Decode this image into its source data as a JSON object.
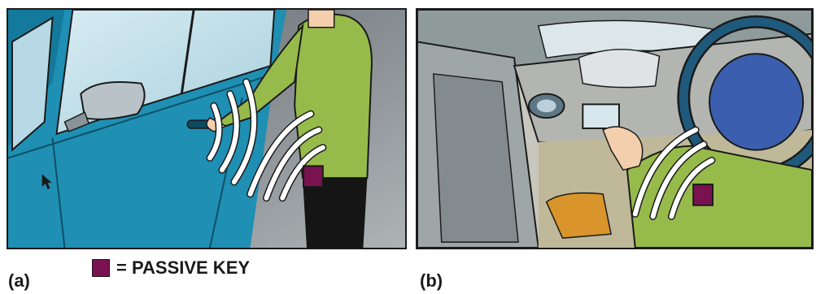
{
  "panels": [
    {
      "id": "a",
      "label": "(a)"
    },
    {
      "id": "b",
      "label": "(b)"
    }
  ],
  "legend": {
    "text": "= PASSIVE KEY",
    "swatch_color": "#7a1250"
  },
  "colors": {
    "car_blue": "#1f8fb3",
    "jacket_green": "#96bb4a",
    "signal_waves": "#ffffff",
    "steering_wheel": "#1f5a7c"
  },
  "icons": [
    "passive-key-icon",
    "signal-waves-icon"
  ]
}
